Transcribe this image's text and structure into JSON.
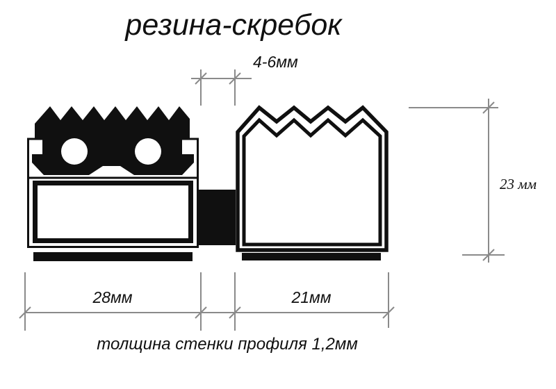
{
  "title": "резина-скребок",
  "footnote": "толщина стенки профиля 1,2мм",
  "dimensions": {
    "gap": {
      "label": "4-6мм"
    },
    "height": {
      "label": "23 мм"
    },
    "left_width": {
      "label": "28мм"
    },
    "right_width": {
      "label": "21мм"
    }
  },
  "colors": {
    "ink": "#101010",
    "dimension_line": "#8a8a8a",
    "background": "#ffffff"
  }
}
